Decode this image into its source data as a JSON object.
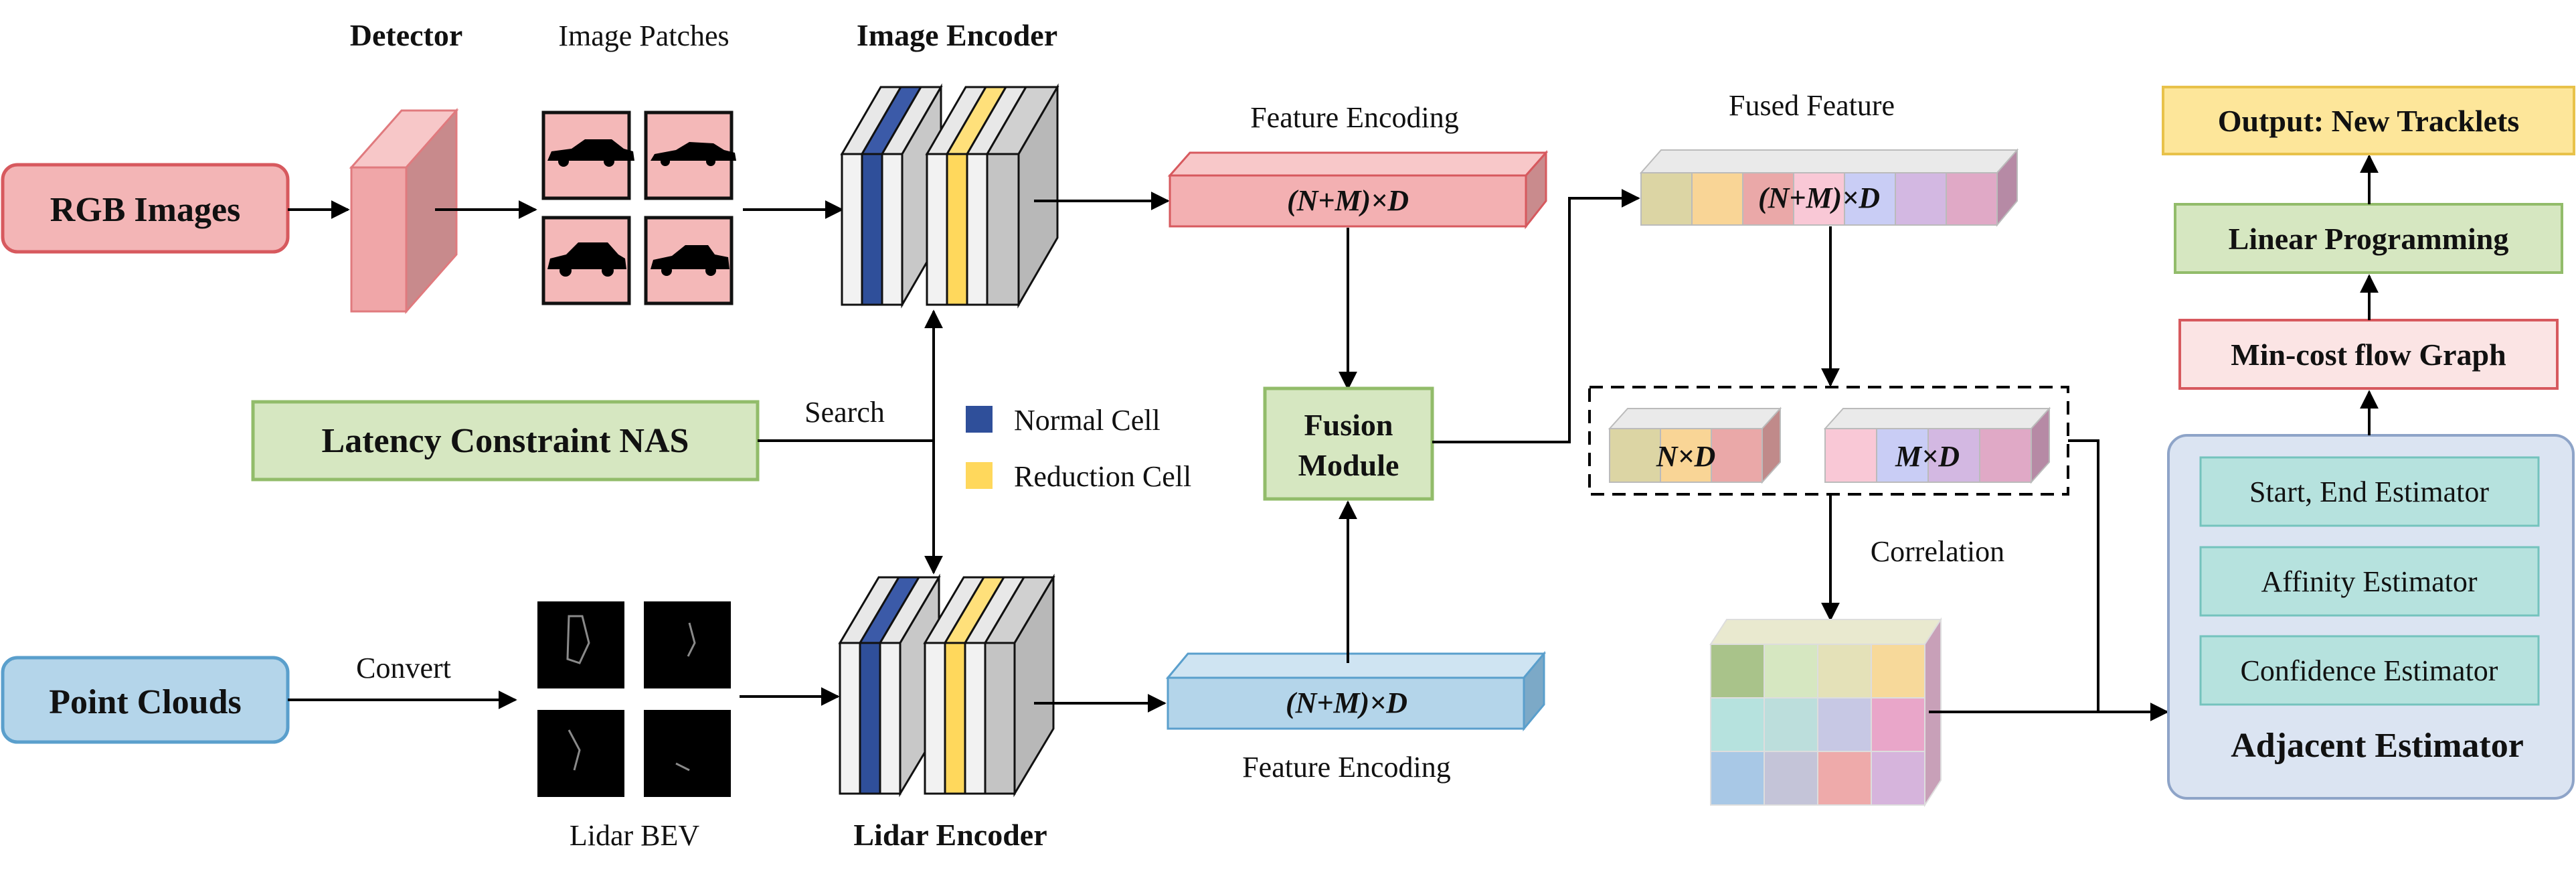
{
  "inputs": {
    "rgb": "RGB Images",
    "point_clouds": "Point Clouds"
  },
  "labels": {
    "detector": "Detector",
    "image_patches": "Image Patches",
    "image_encoder": "Image Encoder",
    "lidar_encoder": "Lidar Encoder",
    "lidar_bev": "Lidar BEV",
    "convert": "Convert",
    "search": "Search",
    "feature_encoding_top": "Feature Encoding",
    "feature_encoding_bottom": "Feature Encoding",
    "fused_feature": "Fused Feature",
    "correlation": "Correlation"
  },
  "nas": "Latency Constraint NAS",
  "legend": {
    "normal": "Normal Cell",
    "reduction": "Reduction Cell"
  },
  "fusion": {
    "line1": "Fusion",
    "line2": "Module"
  },
  "math": {
    "image_feat": "(N+M)×D",
    "lidar_feat": "(N+M)×D",
    "fused_feat": "(N+M)×D",
    "n_d": "N×D",
    "m_d": "M×D"
  },
  "pipeline": {
    "output": "Output: New Tracklets",
    "lp": "Linear Programming",
    "mincost": "Min-cost flow Graph"
  },
  "adjacent": {
    "title": "Adjacent Estimator",
    "items": [
      "Start, End Estimator",
      "Affinity Estimator",
      "Confidence Estimator"
    ]
  },
  "colors": {
    "rgb_fill": "#f3b5b6",
    "rgb_border": "#d7595e",
    "pc_fill": "#b4d5ea",
    "pc_border": "#5a9fcc",
    "green_fill": "#d6e7c1",
    "green_border": "#92bc6a",
    "normal_cell": "#2f4f9a",
    "reduction_cell": "#ffd85c",
    "output_fill": "#fde69a",
    "mincost_fill": "#fbe4e4",
    "teal_fill": "#b6e2de",
    "adj_fill": "#dbe4f2"
  }
}
